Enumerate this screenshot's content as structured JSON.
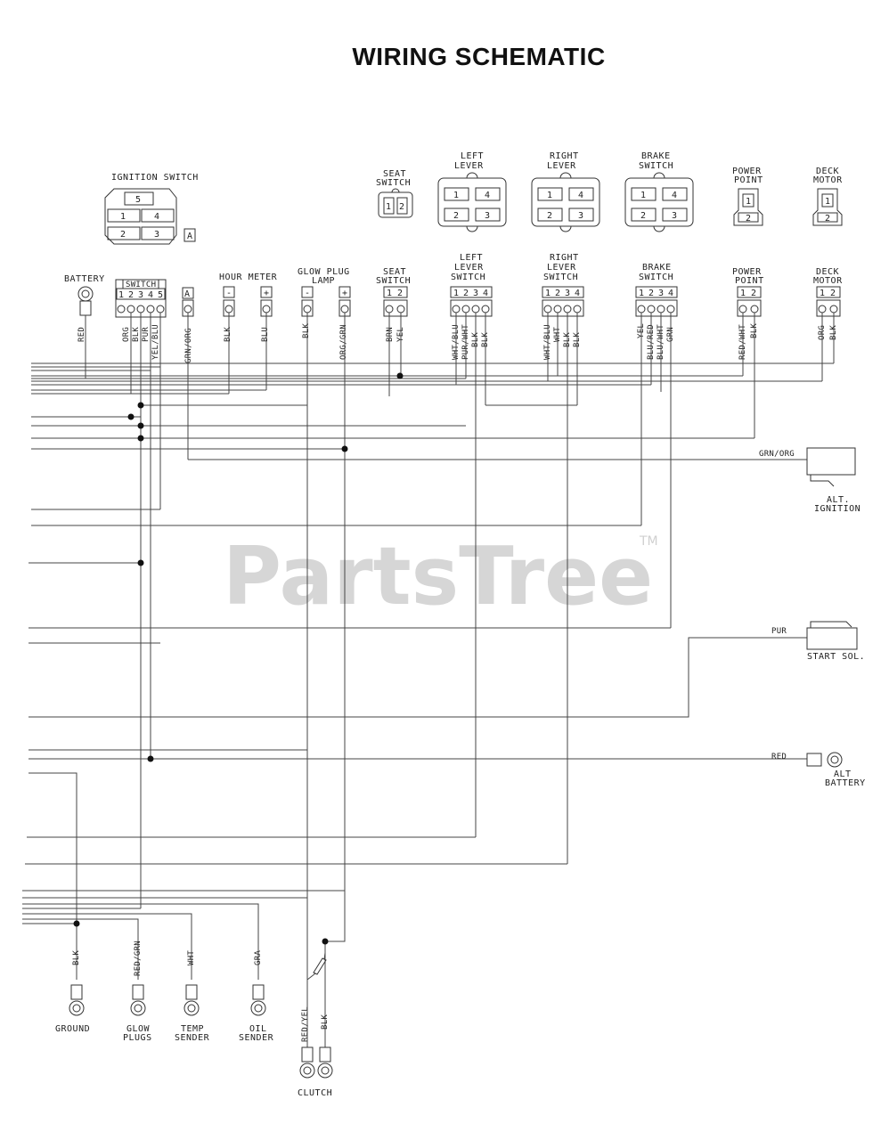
{
  "title": "WIRING SCHEMATIC",
  "watermark": {
    "text": "PartsTree",
    "tm": "TM"
  },
  "top_components": {
    "ignition_switch": {
      "label": "IGNITION SWITCH",
      "pins": [
        "5",
        "1",
        "4",
        "2",
        "3"
      ],
      "tag": "A"
    },
    "seat_switch": {
      "label_l1": "SEAT",
      "label_l2": "SWITCH",
      "pins": [
        "1",
        "2"
      ]
    },
    "left_lever": {
      "label_l1": "LEFT",
      "label_l2": "LEVER",
      "pins": [
        "1",
        "4",
        "2",
        "3"
      ]
    },
    "right_lever": {
      "label_l1": "RIGHT",
      "label_l2": "LEVER",
      "pins": [
        "1",
        "4",
        "2",
        "3"
      ]
    },
    "brake_switch": {
      "label_l1": "BRAKE",
      "label_l2": "SWITCH",
      "pins": [
        "1",
        "4",
        "2",
        "3"
      ]
    },
    "power_point": {
      "label_l1": "POWER",
      "label_l2": "POINT",
      "pins": [
        "1",
        "2"
      ]
    },
    "deck_motor": {
      "label_l1": "DECK",
      "label_l2": "MOTOR",
      "pins": [
        "1",
        "2"
      ]
    }
  },
  "connectors": {
    "battery": {
      "label": "BATTERY",
      "wire": "RED"
    },
    "switch": {
      "label": "SWITCH",
      "pins": [
        "1",
        "2",
        "3",
        "4",
        "5"
      ],
      "wires": [
        "ORG",
        "BLK",
        "PUR",
        "YEL/BLU"
      ]
    },
    "a_terminal": {
      "pin": "A",
      "wire": "GRN/ORG"
    },
    "hour_meter": {
      "label": "HOUR METER",
      "pins": [
        "-",
        "+"
      ],
      "wires": [
        "BLK",
        "BLU"
      ]
    },
    "glow_plug_lamp": {
      "label_l1": "GLOW PLUG",
      "label_l2": "LAMP",
      "pins": [
        "-",
        "+"
      ],
      "wires": [
        "BLK",
        "ORG/GRN"
      ]
    },
    "seat_switch": {
      "label_l1": "SEAT",
      "label_l2": "SWITCH",
      "pins": [
        "1",
        "2"
      ],
      "wires": [
        "BRN",
        "YEL"
      ]
    },
    "left_lever_switch": {
      "label_l1": "LEFT",
      "label_l2": "LEVER",
      "label_l3": "SWITCH",
      "pins": [
        "1",
        "2",
        "3",
        "4"
      ],
      "wires": [
        "WHT/BLU",
        "PUR/WHT",
        "BLK",
        "BLK"
      ]
    },
    "right_lever_switch": {
      "label_l1": "RIGHT",
      "label_l2": "LEVER",
      "label_l3": "SWITCH",
      "pins": [
        "1",
        "2",
        "3",
        "4"
      ],
      "wires": [
        "WHT/BLU",
        "WHT",
        "BLK",
        "BLK"
      ]
    },
    "brake_switch": {
      "label_l1": "BRAKE",
      "label_l2": "SWITCH",
      "pins": [
        "1",
        "2",
        "3",
        "4"
      ],
      "wires": [
        "YEL",
        "BLU/RED",
        "BLU/WHT",
        "GRN"
      ]
    },
    "power_point": {
      "label_l1": "POWER",
      "label_l2": "POINT",
      "pins": [
        "1",
        "2"
      ],
      "wires": [
        "RED/WHT",
        "BLK"
      ]
    },
    "deck_motor": {
      "label_l1": "DECK",
      "label_l2": "MOTOR",
      "pins": [
        "1",
        "2"
      ],
      "wires": [
        "ORG",
        "BLK"
      ]
    }
  },
  "right_side": {
    "alt_ignition": {
      "wire": "GRN/ORG",
      "label_l1": "ALT.",
      "label_l2": "IGNITION"
    },
    "start_sol": {
      "wire": "PUR",
      "label": "START SOL."
    },
    "alt_battery": {
      "wire": "RED",
      "label_l1": "ALT",
      "label_l2": "BATTERY"
    }
  },
  "bottom": {
    "ground": {
      "wire": "BLK",
      "label": "GROUND"
    },
    "glow_plugs": {
      "wire": "RED/GRN",
      "label_l1": "GLOW",
      "label_l2": "PLUGS"
    },
    "temp_sender": {
      "wire": "WHT",
      "label_l1": "TEMP",
      "label_l2": "SENDER"
    },
    "oil_sender": {
      "wire": "GRA",
      "label_l1": "OIL",
      "label_l2": "SENDER"
    },
    "clutch": {
      "wires": [
        "RED/YEL",
        "BLK"
      ],
      "label": "CLUTCH"
    }
  }
}
